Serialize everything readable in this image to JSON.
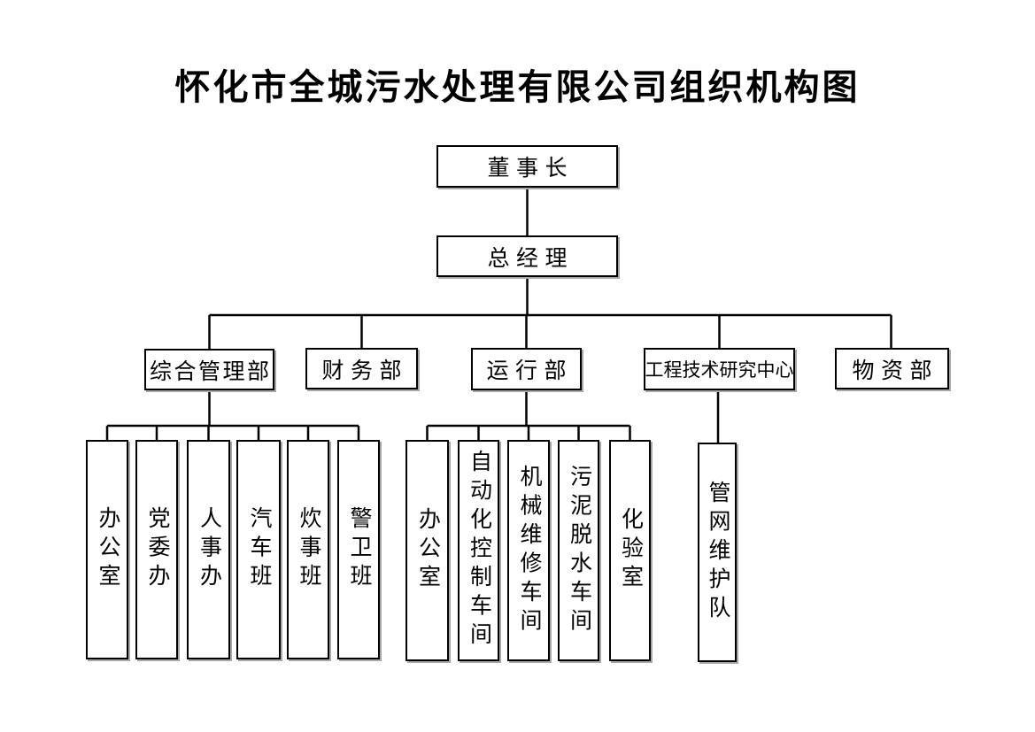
{
  "title": "怀化市全城污水处理有限公司组织机构图",
  "org": {
    "chairman": "董事长",
    "general_manager": "总经理",
    "departments": [
      {
        "label": "综合管理部",
        "children": [
          "办公室",
          "党委办",
          "人事办",
          "汽车班",
          "炊事班",
          "警卫班"
        ]
      },
      {
        "label": "财务部",
        "children": []
      },
      {
        "label": "运行部",
        "children": [
          "办公室",
          "自动化控制车间",
          "机械维修车间",
          "污泥脱水车间",
          "化验室"
        ]
      },
      {
        "label": "工程技术研究中心",
        "children": [
          "管网维护队"
        ]
      },
      {
        "label": "物资部",
        "children": []
      }
    ]
  },
  "colors": {
    "line": "#000000",
    "box_border": "#000000",
    "background": "#ffffff",
    "shadow": "#a8a8a8"
  }
}
